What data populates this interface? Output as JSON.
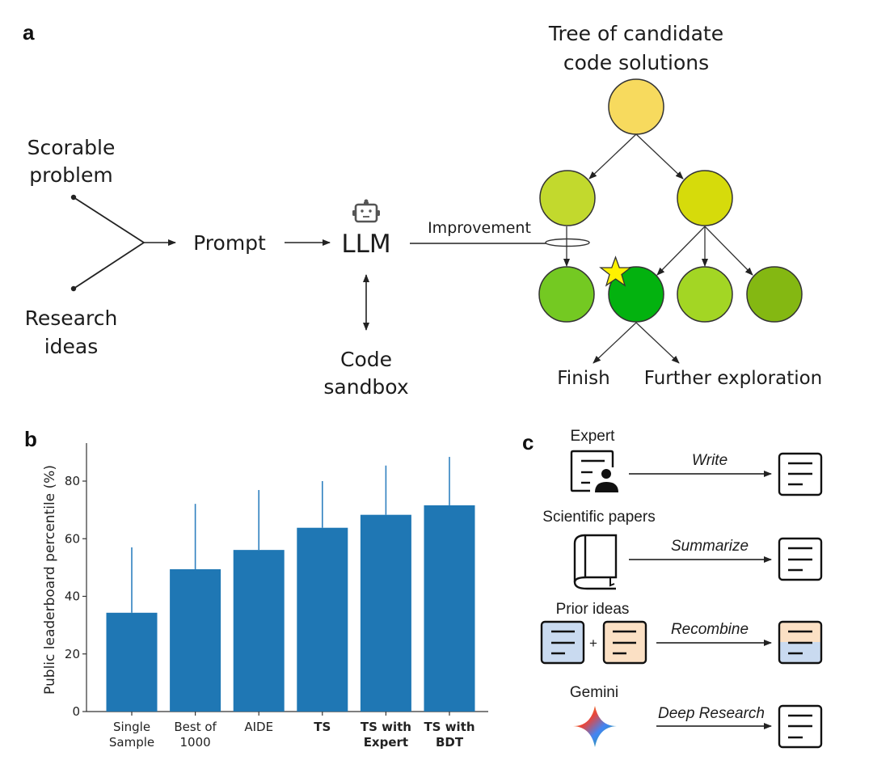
{
  "panels": {
    "a": {
      "label": "a",
      "inputs": [
        "Scorable problem",
        "Research ideas"
      ],
      "input_lines": [
        [
          "Scorable",
          "problem"
        ],
        [
          "Research",
          "ideas"
        ]
      ],
      "prompt": "Prompt",
      "llm": "LLM",
      "llm_icon": "robot-icon",
      "sandbox_lines": [
        "Code",
        "sandbox"
      ],
      "improvement": "Improvement",
      "tree_title_lines": [
        "Tree of candidate",
        "code solutions"
      ],
      "tree_nodes": [
        {
          "id": "root",
          "level": 0,
          "color": "#F7DA5E"
        },
        {
          "id": "l1-left",
          "level": 1,
          "color": "#C2D92D"
        },
        {
          "id": "l1-right",
          "level": 1,
          "color": "#D6DB0B"
        },
        {
          "id": "l2-a",
          "level": 2,
          "color": "#74C922"
        },
        {
          "id": "l2-b",
          "level": 2,
          "color": "#03B20F",
          "best": true
        },
        {
          "id": "l2-c",
          "level": 2,
          "color": "#A3D624"
        },
        {
          "id": "l2-d",
          "level": 2,
          "color": "#84B812"
        }
      ],
      "best_marker_icon": "star-icon",
      "best_marker_color": "#FFF200",
      "outcomes": [
        "Finish",
        "Further exploration"
      ]
    },
    "b": {
      "label": "b"
    },
    "c": {
      "label": "c",
      "rows": [
        {
          "source": "Expert",
          "verb": "Write",
          "icon": "expert-document-icon"
        },
        {
          "source": "Scientific papers",
          "verb": "Summarize",
          "icon": "book-icon"
        },
        {
          "source": "Prior ideas",
          "verb": "Recombine",
          "icon": "combined-documents-icon",
          "plus": "+"
        },
        {
          "source": "Gemini",
          "verb": "Deep Research",
          "icon": "gemini-sparkle-icon"
        }
      ],
      "colors": {
        "blue_doc": "#C9DAF0",
        "orange_doc": "#FBE0C4"
      }
    }
  },
  "chart_data": {
    "type": "bar",
    "title": "",
    "xlabel": "",
    "ylabel": "Public leaderboard percentile (%)",
    "ylim": [
      0,
      93
    ],
    "yticks": [
      0,
      20,
      40,
      60,
      80
    ],
    "categories": [
      "Single Sample",
      "Best of 1000",
      "AIDE",
      "TS",
      "TS with Expert",
      "TS with BDT"
    ],
    "category_lines": [
      [
        "Single",
        "Sample"
      ],
      [
        "Best of",
        "1000"
      ],
      [
        "AIDE"
      ],
      [
        "TS"
      ],
      [
        "TS with",
        "Expert"
      ],
      [
        "TS with",
        "BDT"
      ]
    ],
    "category_bold": [
      false,
      false,
      false,
      true,
      true,
      true
    ],
    "values": [
      34.3,
      49.4,
      56.1,
      63.8,
      68.3,
      71.6
    ],
    "error_upper": [
      57.0,
      72.1,
      76.9,
      80.0,
      85.4,
      88.4
    ],
    "bar_color": "#1F77B4",
    "grid": false,
    "legend": "none"
  }
}
